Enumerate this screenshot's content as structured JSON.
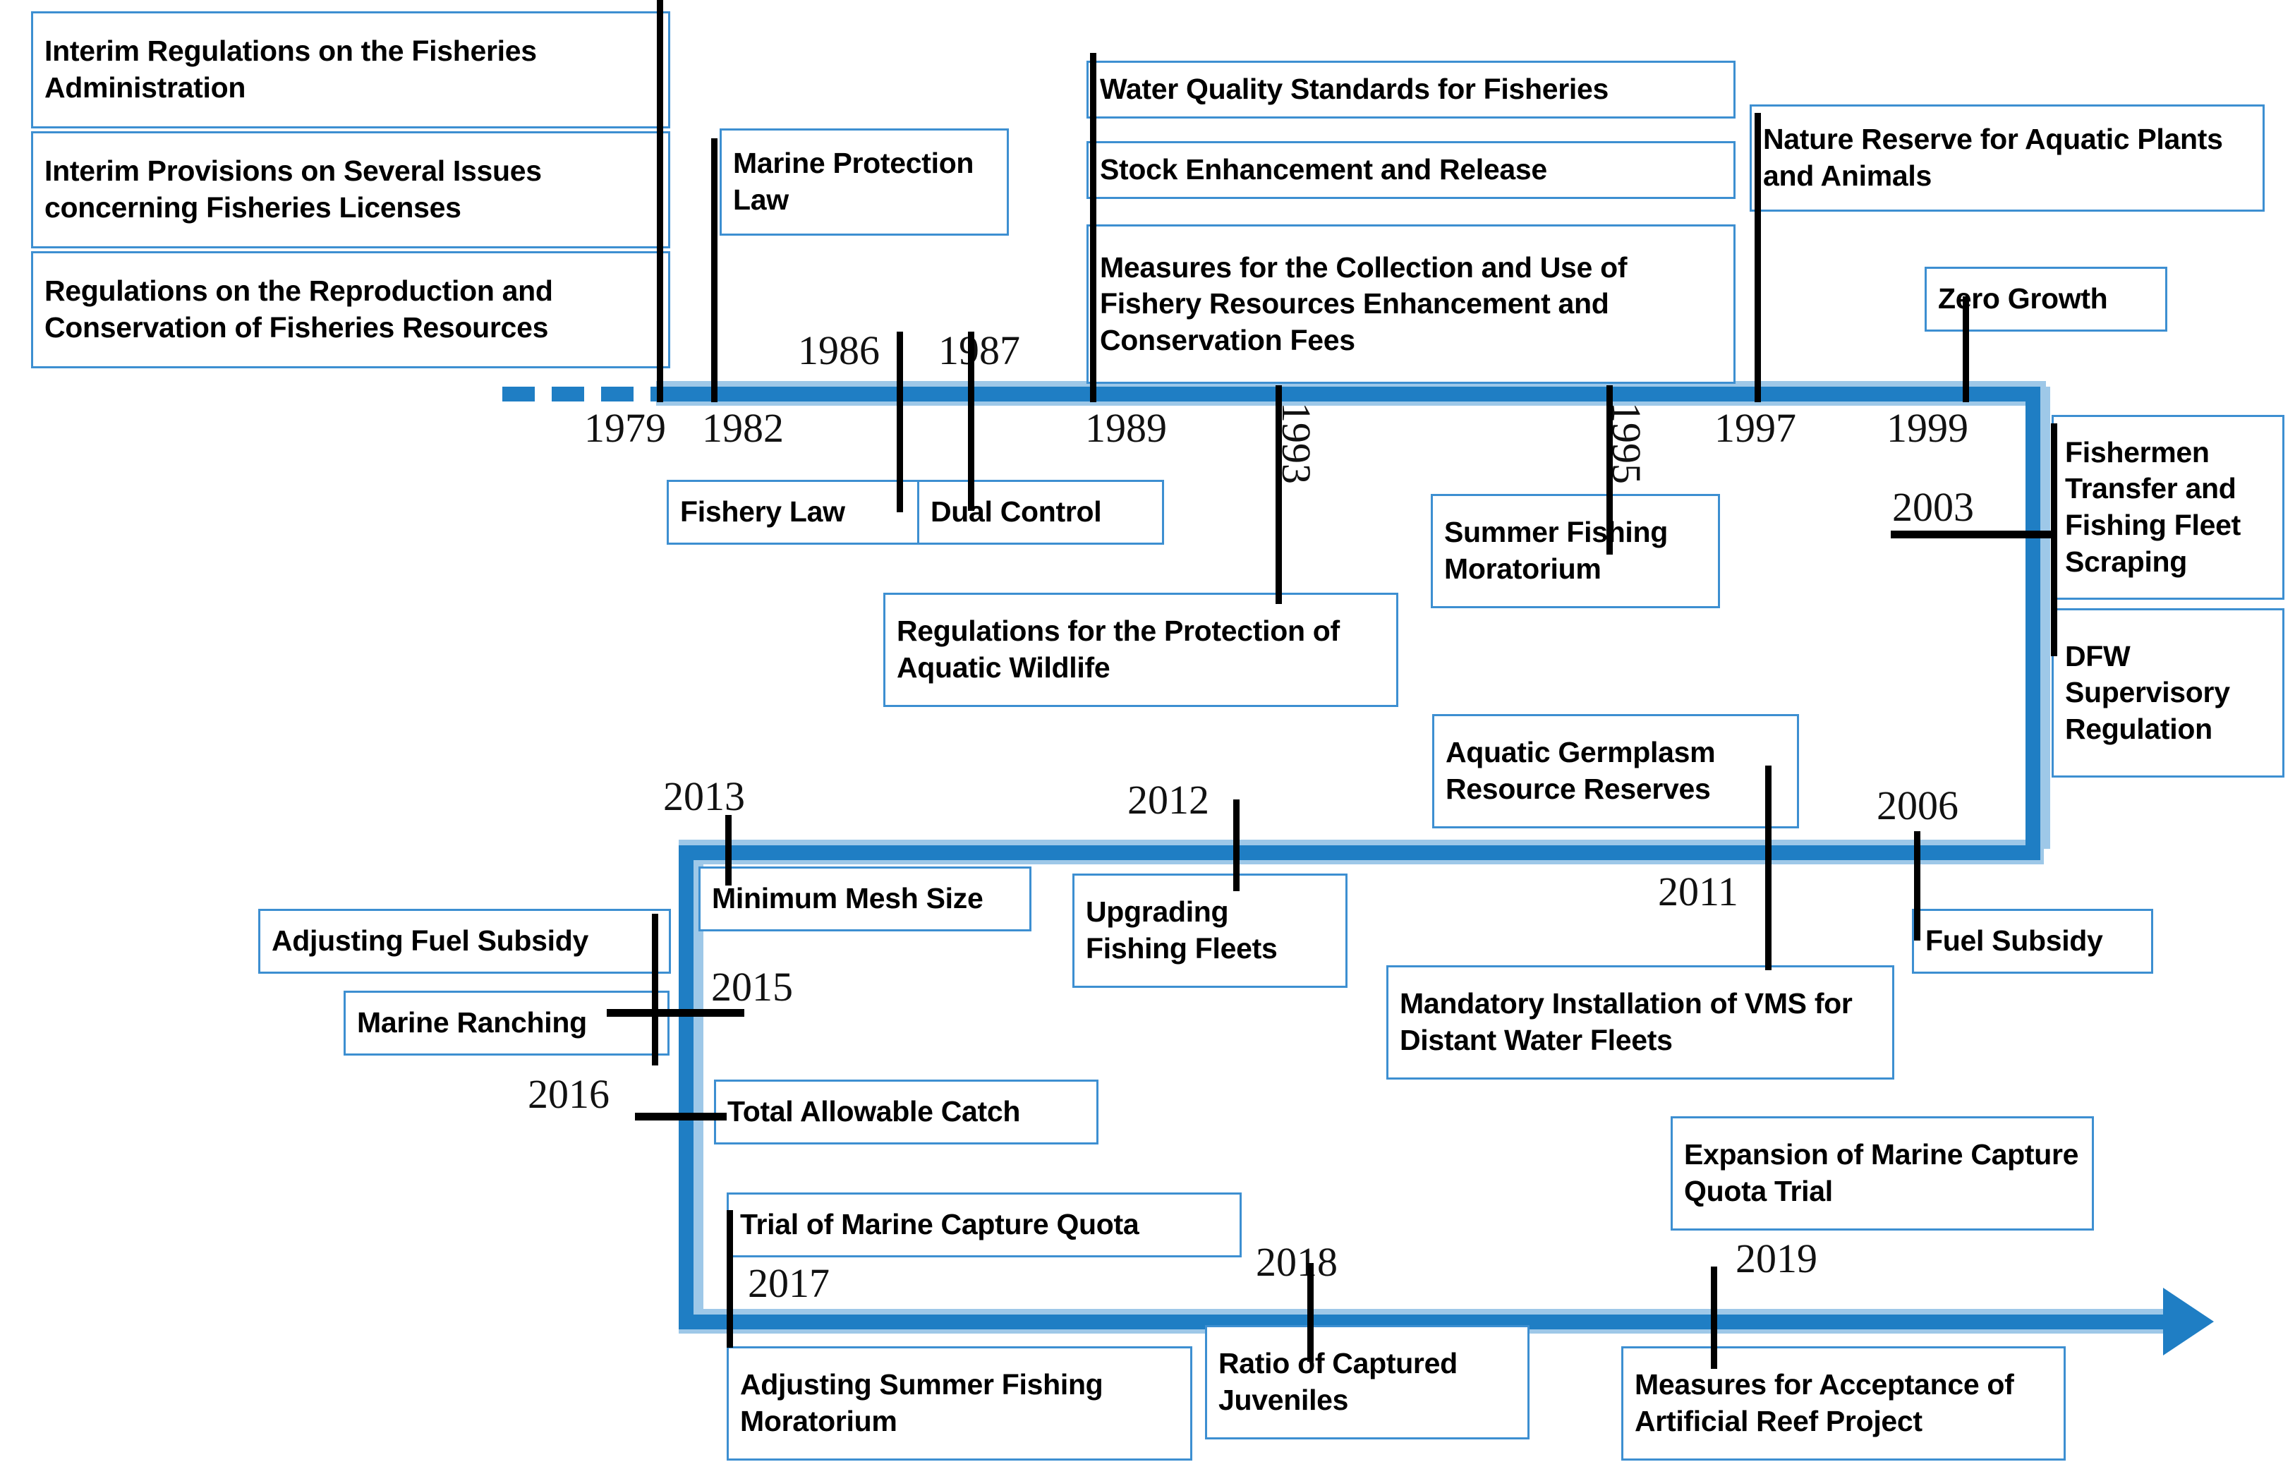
{
  "diagram": {
    "title": "Timeline of China fisheries policy measures 1979-2019",
    "accent_color": "#1f7ec4",
    "box_border_color": "#3d8fd1",
    "tick_color": "#000000"
  },
  "years": [
    {
      "id": "y1979",
      "label": "1979"
    },
    {
      "id": "y1982",
      "label": "1982"
    },
    {
      "id": "y1986",
      "label": "1986"
    },
    {
      "id": "y1987",
      "label": "1987"
    },
    {
      "id": "y1989",
      "label": "1989"
    },
    {
      "id": "y1993",
      "label": "1993"
    },
    {
      "id": "y1995",
      "label": "1995"
    },
    {
      "id": "y1997",
      "label": "1997"
    },
    {
      "id": "y1999",
      "label": "1999"
    },
    {
      "id": "y2003",
      "label": "2003"
    },
    {
      "id": "y2006",
      "label": "2006"
    },
    {
      "id": "y2011",
      "label": "2011"
    },
    {
      "id": "y2012",
      "label": "2012"
    },
    {
      "id": "y2013",
      "label": "2013"
    },
    {
      "id": "y2015",
      "label": "2015"
    },
    {
      "id": "y2016",
      "label": "2016"
    },
    {
      "id": "y2017",
      "label": "2017"
    },
    {
      "id": "y2018",
      "label": "2018"
    },
    {
      "id": "y2019",
      "label": "2019"
    }
  ],
  "events": [
    {
      "id": "e1",
      "year": "1979",
      "label": "Interim Regulations on the Fisheries Administration"
    },
    {
      "id": "e2",
      "year": "1979",
      "label": "Interim Provisions on Several Issues concerning Fisheries Licenses"
    },
    {
      "id": "e3",
      "year": "1979",
      "label": "Regulations on the Reproduction and Conservation of Fisheries Resources"
    },
    {
      "id": "e4",
      "year": "1982",
      "label": "Marine Protection Law"
    },
    {
      "id": "e5",
      "year": "1986",
      "label": "Fishery Law"
    },
    {
      "id": "e6",
      "year": "1987",
      "label": "Dual Control"
    },
    {
      "id": "e7",
      "year": "1989",
      "label": "Water Quality Standards for Fisheries"
    },
    {
      "id": "e8",
      "year": "1989",
      "label": "Stock Enhancement and Release"
    },
    {
      "id": "e9",
      "year": "1989",
      "label": "Measures for the Collection and Use of Fishery Resources Enhancement and Conservation Fees"
    },
    {
      "id": "e10",
      "year": "1993",
      "label": "Regulations for the Protection of Aquatic Wildlife"
    },
    {
      "id": "e11",
      "year": "1995",
      "label": "Summer Fishing Moratorium"
    },
    {
      "id": "e12",
      "year": "1997",
      "label": "Nature Reserve for Aquatic Plants and Animals"
    },
    {
      "id": "e13",
      "year": "1999",
      "label": "Zero Growth"
    },
    {
      "id": "e14",
      "year": "2003",
      "label": "Fishermen Transfer and Fishing Fleet Scraping"
    },
    {
      "id": "e15",
      "year": "2003",
      "label": "DFW Supervisory Regulation"
    },
    {
      "id": "e16",
      "year": "2006",
      "label": "Fuel Subsidy"
    },
    {
      "id": "e17",
      "year": "2011",
      "label": "Mandatory Installation of VMS for Distant Water Fleets"
    },
    {
      "id": "e18",
      "year": "2011",
      "label": "Aquatic Germplasm Resource Reserves"
    },
    {
      "id": "e19",
      "year": "2012",
      "label": "Upgrading Fishing Fleets"
    },
    {
      "id": "e20",
      "year": "2013",
      "label": "Minimum Mesh Size"
    },
    {
      "id": "e21",
      "year": "2015",
      "label": "Adjusting Fuel Subsidy"
    },
    {
      "id": "e22",
      "year": "2015",
      "label": "Marine Ranching"
    },
    {
      "id": "e23",
      "year": "2016",
      "label": "Total Allowable Catch"
    },
    {
      "id": "e24",
      "year": "2017",
      "label": "Trial of Marine Capture Quota"
    },
    {
      "id": "e25",
      "year": "2017",
      "label": "Adjusting Summer Fishing Moratorium"
    },
    {
      "id": "e26",
      "year": "2018",
      "label": "Ratio of Captured Juveniles"
    },
    {
      "id": "e27",
      "year": "2019",
      "label": "Expansion of Marine Capture Quota Trial"
    },
    {
      "id": "e28",
      "year": "2019",
      "label": "Measures for Acceptance of Artificial Reef Project"
    }
  ]
}
